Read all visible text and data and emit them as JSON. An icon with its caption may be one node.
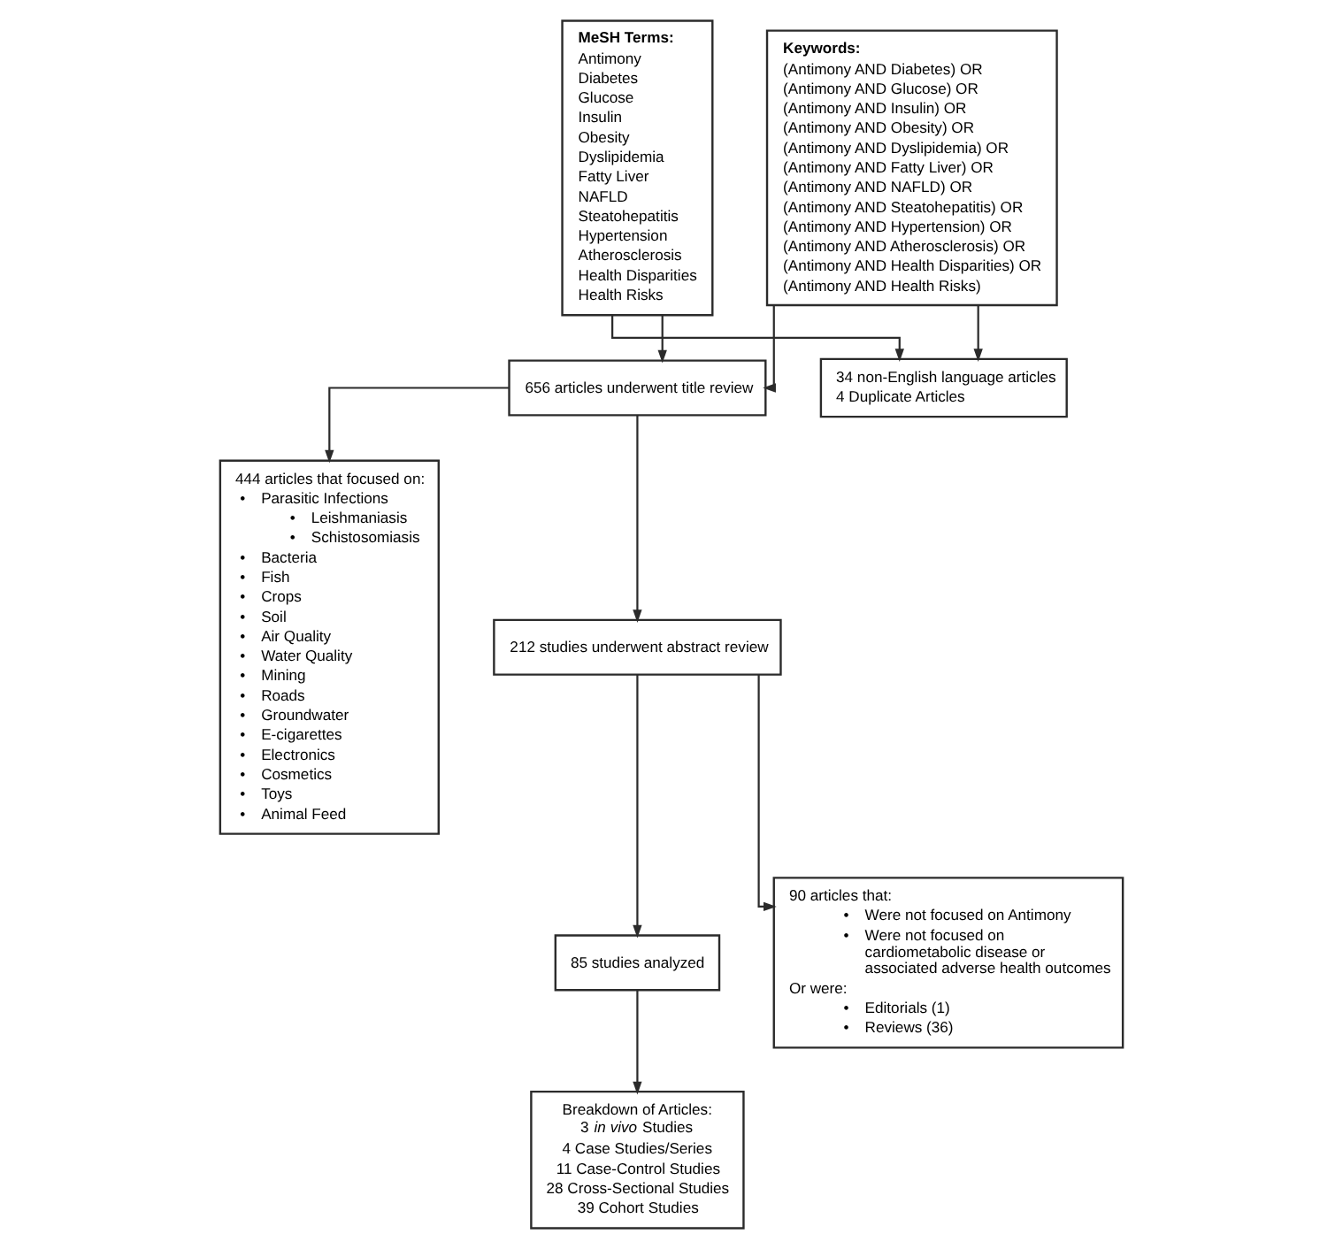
{
  "diagram": {
    "nodes": [
      {
        "text": [
          "MeSH Terms:",
          "Antimony",
          "Diabetes",
          "Glucose",
          "Insulin",
          "Obesity",
          "Dyslipidemia",
          "Fatty Liver",
          "NAFLD",
          "Steatohepatitis",
          "Hypertension",
          "Atherosclerosis",
          "Health Disparities",
          "Health Risks"
        ]
      },
      {
        "text": [
          "Keywords:",
          "(Antimony AND Diabetes) OR",
          "(Antimony AND Glucose) OR",
          "(Antimony AND Insulin) OR",
          "(Antimony AND Obesity) OR",
          "(Antimony AND Dyslipidemia) OR",
          "(Antimony AND Fatty Liver) OR",
          "(Antimony AND NAFLD) OR",
          "(Antimony AND Steatohepatitis) OR",
          "(Antimony AND Hypertension) OR",
          "(Antimony AND Atherosclerosis) OR",
          "(Antimony AND Health Disparities) OR",
          "(Antimony AND Health Risks)"
        ]
      },
      {
        "text": [
          "34 non-English language articles",
          "4 Duplicate Articles"
        ]
      },
      {
        "text": [
          "656 articles underwent title review"
        ]
      },
      {
        "text": [
          "444 articles that focused on:",
          "• Parasitic Infections",
          "• Leishmaniasis",
          "• Schistosomiasis",
          "• Bacteria",
          "• Fish",
          "• Crops",
          "• Soil",
          "• Air Quality",
          "• Water Quality",
          "• Mining",
          "• Roads",
          "• Groundwater",
          "• E-cigarettes",
          "• Electronics",
          "• Cosmetics",
          "• Toys",
          "• Animal Feed"
        ]
      },
      {
        "text": [
          "212 studies underwent abstract review"
        ]
      },
      {
        "text": [
          "90 articles that:",
          "• Were not focused on Antimony",
          "• Were not focused on cardiometabolic disease or associated adverse health outcomes",
          "Or were:",
          "• Editorials (1)",
          "• Reviews (36)"
        ]
      },
      {
        "text": [
          "85 studies analyzed"
        ]
      },
      {
        "text": [
          "Breakdown of Articles:",
          "3 *in vivo* Studies",
          "4 Case Studies/Series",
          "11 Case-Control Studies",
          "28 Cross-Sectional Studies",
          "39 Cohort Studies"
        ]
      }
    ],
    "edges": [
      {
        "from": 0,
        "to": 3,
        "arrow": "to"
      },
      {
        "from": 1,
        "to": 3,
        "arrow": "to"
      },
      {
        "from": 0,
        "to": 2,
        "arrow": "to"
      },
      {
        "from": 1,
        "to": 2,
        "arrow": "to"
      },
      {
        "from": 3,
        "to": 5,
        "arrow": "to"
      },
      {
        "from": 3,
        "to": 4,
        "arrow": "to"
      },
      {
        "from": 5,
        "to": 7,
        "arrow": "to"
      },
      {
        "from": 5,
        "to": 6,
        "arrow": "to"
      },
      {
        "from": 7,
        "to": 8,
        "arrow": "to"
      }
    ]
  }
}
